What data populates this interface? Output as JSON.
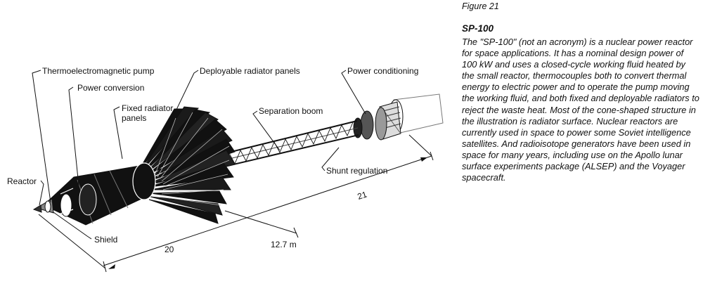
{
  "figure": {
    "number": "Figure 21",
    "title": "SP-100",
    "caption": "The \"SP-100\" (not an acronym) is a nuclear power reactor for space applications.  It has a nominal design power of 100 kW and uses a closed-cycle working fluid heated by the small reactor, thermocouples both to convert thermal energy to electric power and to operate the pump moving the working fluid, and both fixed and deployable radiators to reject the waste heat.  Most of the cone-shaped structure in the illustration is radiator surface.  Nuclear reactors are currently used in space to power some Soviet intelligence satellites. And radioisotope generators have been used in space for many years, including use on the Apollo lunar surface experiments package (ALSEP) and the Voyager spacecraft."
  },
  "labels": {
    "thermoelectromagnetic_pump": "Thermoelectromagnetic pump",
    "power_conversion": "Power conversion",
    "fixed_radiator_1": "Fixed radiator",
    "fixed_radiator_2": "panels",
    "deployable_radiator": "Deployable radiator panels",
    "power_conditioning": "Power conditioning",
    "separation_boom": "Separation boom",
    "shunt_regulation": "Shunt regulation",
    "reactor": "Reactor",
    "shield": "Shield"
  },
  "dimensions": {
    "overall_front": "20",
    "overall_rear": "21",
    "radiator_diameter": "12.7 m"
  }
}
